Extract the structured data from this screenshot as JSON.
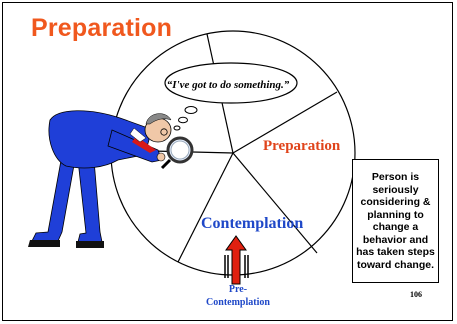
{
  "slide": {
    "title": "Preparation",
    "thought_bubble": "“I've got to do something.”",
    "stage_preparation": "Preparation",
    "stage_contemplation": "Contemplation",
    "stage_precontemplation_line1": "Pre-",
    "stage_precontemplation_line2": "Contemplation",
    "info_box": "Person is seriously considering & planning to change a behavior and has taken steps toward change.",
    "page_number": "106"
  },
  "colors": {
    "title": "#f0581e",
    "preparation_label": "#e0441b",
    "contemplation_label": "#1f48c8",
    "arrow": "#e02010",
    "figure_suit": "#1f3fd8"
  },
  "icons": [
    "magnifying-glass-icon",
    "thought-bubble-icon",
    "up-arrow-icon"
  ]
}
